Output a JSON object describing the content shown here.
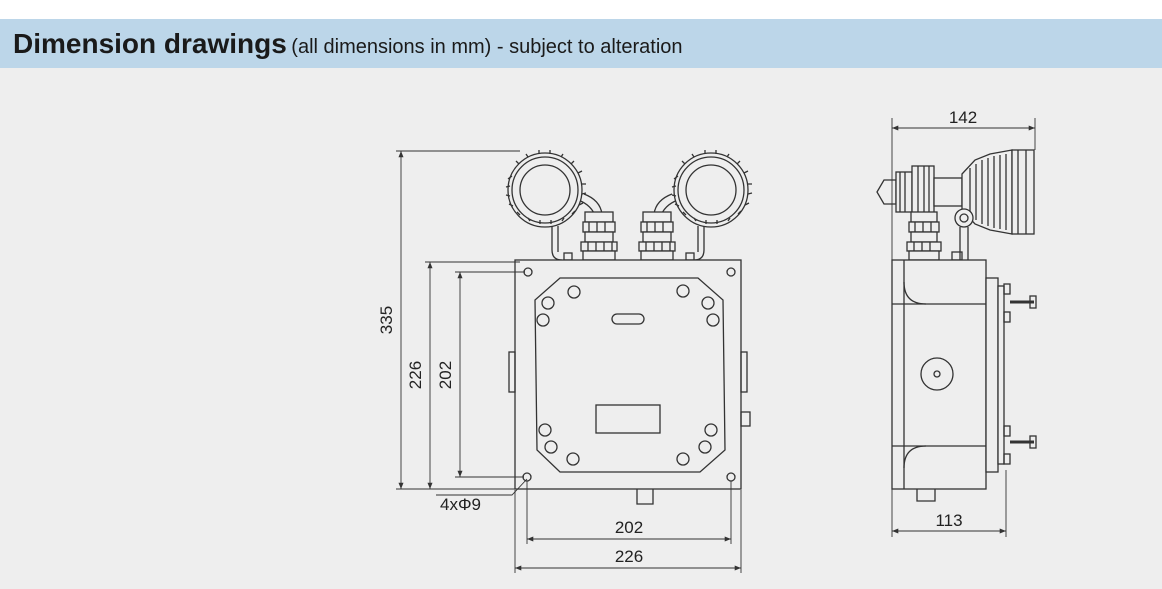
{
  "header": {
    "title": "Dimension drawings",
    "subtitle": "(all dimensions in mm) - subject to alteration"
  },
  "front_view": {
    "dim_overall_height": "335",
    "dim_body_height": "226",
    "dim_hole_spacing_vertical": "202",
    "dim_hole_spacing_horizontal": "202",
    "dim_body_width": "226",
    "mounting_holes_label": "4xΦ9"
  },
  "side_view": {
    "dim_depth_top": "142",
    "dim_depth_bottom": "113"
  },
  "colors": {
    "header_band": "#bcd6e9",
    "panel_background": "#eeeeee",
    "line_color": "#333333"
  }
}
